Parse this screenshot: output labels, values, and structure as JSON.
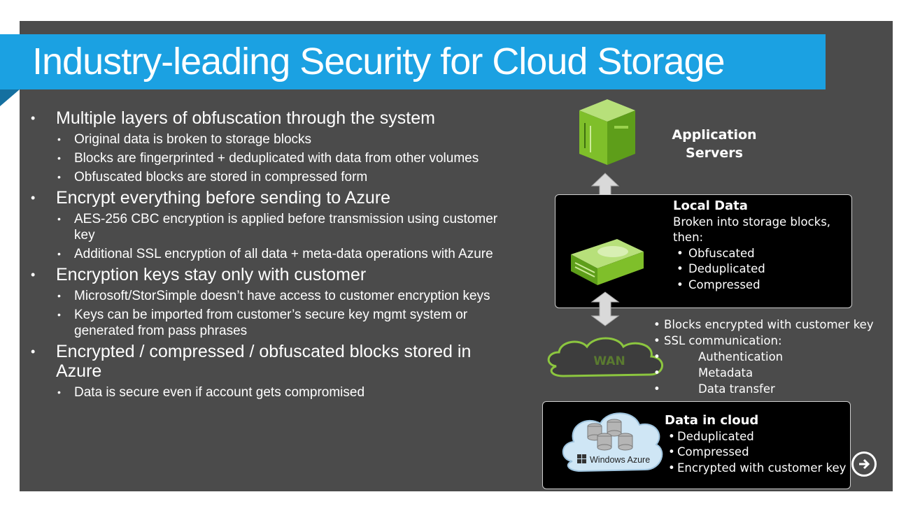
{
  "title": "Industry-leading Security for Cloud Storage",
  "bullets": [
    {
      "text": "Multiple layers of obfuscation through the system",
      "sub": [
        "Original data is broken to storage blocks",
        "Blocks are fingerprinted + deduplicated with data from other volumes",
        "Obfuscated blocks are stored in compressed form"
      ]
    },
    {
      "text": "Encrypt everything before sending to Azure",
      "sub": [
        "AES-256 CBC encryption is applied before transmission using customer key",
        "Additional SSL encryption of all data + meta-data operations with Azure"
      ]
    },
    {
      "text": "Encryption keys stay only with customer",
      "sub": [
        "Microsoft/StorSimple  doesn’t have access to customer encryption keys",
        "Keys can be imported from customer’s secure key mgmt system or generated from pass phrases"
      ]
    },
    {
      "text": "Encrypted / compressed / obfuscated blocks stored  in Azure",
      "sub": [
        "Data is secure even if account gets compromised"
      ]
    }
  ],
  "diagram": {
    "app_label": "Application Servers",
    "local": {
      "heading": "Local Data",
      "desc": "Broken into storage blocks, then:",
      "items": [
        "Obfuscated",
        "Deduplicated",
        "Compressed"
      ]
    },
    "wan": {
      "label": "WAN",
      "items": [
        "Blocks encrypted with customer key",
        "SSL communication:"
      ],
      "sub_items": [
        "Authentication",
        "Metadata",
        "Data transfer"
      ]
    },
    "cloud": {
      "heading": "Data in cloud",
      "logo": "Windows Azure",
      "items": [
        "Deduplicated",
        "Compressed",
        "Encrypted with customer key"
      ]
    }
  },
  "icons": {
    "server": "server-tower-icon",
    "appliance": "storage-appliance-icon",
    "wan": "wan-cloud-icon",
    "azure": "azure-cloud-icon",
    "nav": "arrow-right-circle-icon"
  },
  "colors": {
    "title_bar": "#1ba1e2",
    "slide_bg": "#4b4b4b",
    "box_bg": "#000000",
    "green": "#8cc63f"
  }
}
